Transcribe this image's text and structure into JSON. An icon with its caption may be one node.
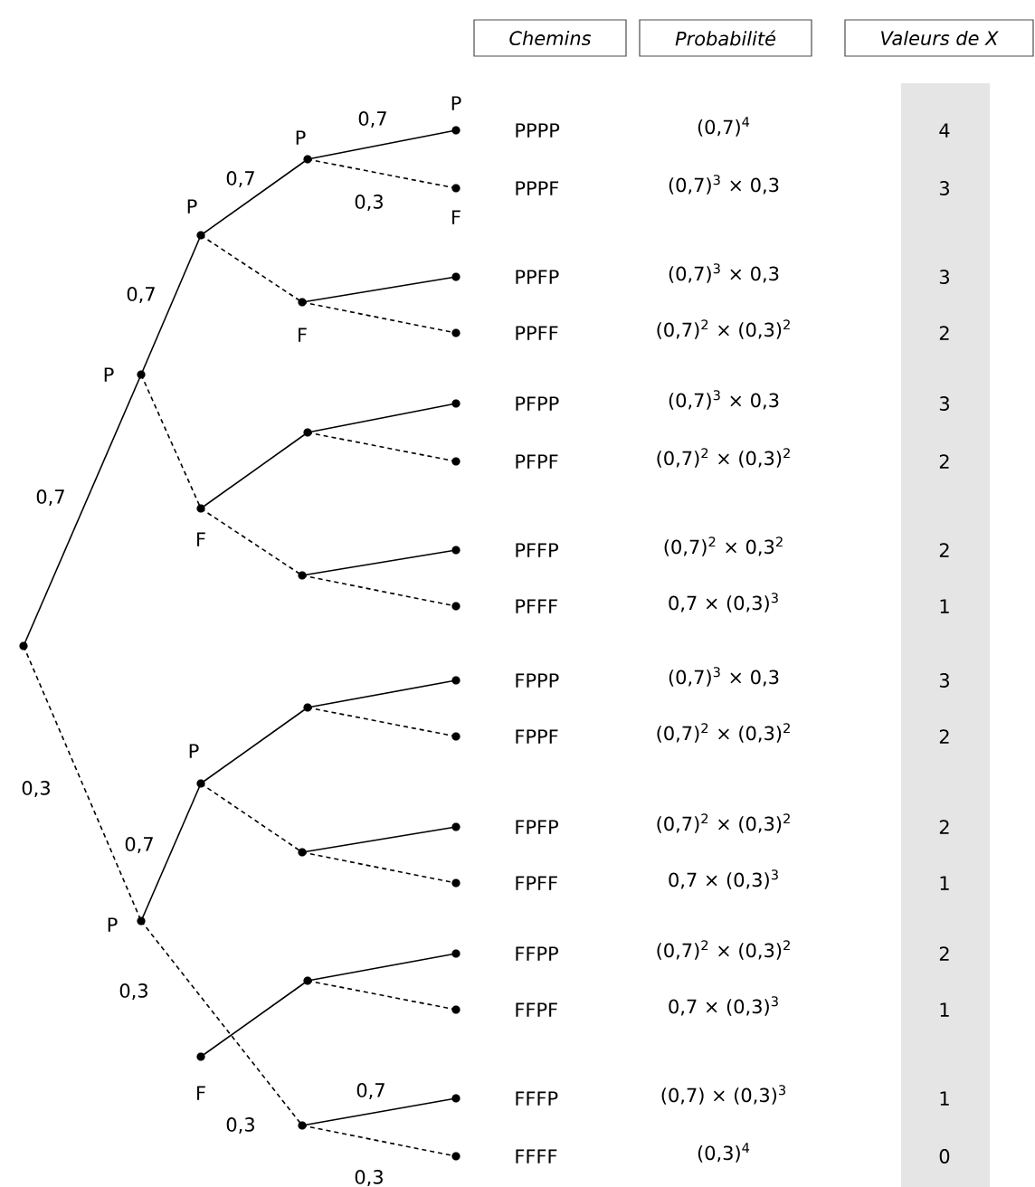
{
  "diagram": {
    "nodes": [
      {
        "text": [
          "Chemins"
        ]
      },
      {
        "text": [
          "Probabilité"
        ]
      },
      {
        "text": [
          "Valeurs de X"
        ]
      },
      {
        "text": [],
        "shape": "circle"
      },
      {
        "text": [],
        "shape": "circle",
        "beside": [
          "P"
        ]
      },
      {
        "text": [],
        "shape": "circle",
        "beside": [
          "P"
        ]
      },
      {
        "text": [],
        "shape": "circle",
        "beside": [
          "P"
        ]
      },
      {
        "text": [],
        "shape": "circle",
        "beside": [
          "P"
        ]
      },
      {
        "text": [],
        "shape": "circle",
        "beside": [
          "F"
        ]
      },
      {
        "text": [],
        "shape": "circle",
        "beside": [
          "F"
        ]
      },
      {
        "text": [],
        "shape": "circle"
      },
      {
        "text": [],
        "shape": "circle"
      },
      {
        "text": [],
        "shape": "circle",
        "beside": [
          "F"
        ]
      },
      {
        "text": [],
        "shape": "circle"
      },
      {
        "text": [],
        "shape": "circle"
      },
      {
        "text": [],
        "shape": "circle"
      },
      {
        "text": [],
        "shape": "circle"
      },
      {
        "text": [],
        "shape": "circle"
      },
      {
        "text": [],
        "shape": "circle"
      },
      {
        "text": [],
        "shape": "circle",
        "beside": [
          "P"
        ]
      },
      {
        "text": [],
        "shape": "circle",
        "beside": [
          "P"
        ]
      },
      {
        "text": [],
        "shape": "circle"
      },
      {
        "text": [],
        "shape": "circle"
      },
      {
        "text": [],
        "shape": "circle"
      },
      {
        "text": [],
        "shape": "circle"
      },
      {
        "text": [],
        "shape": "circle"
      },
      {
        "text": [],
        "shape": "circle"
      },
      {
        "text": [],
        "shape": "circle",
        "beside": [
          "F"
        ]
      },
      {
        "text": [],
        "shape": "circle"
      },
      {
        "text": [],
        "shape": "circle"
      },
      {
        "text": [],
        "shape": "circle"
      },
      {
        "text": [],
        "shape": "circle"
      },
      {
        "text": [],
        "shape": "circle"
      },
      {
        "text": [],
        "shape": "circle"
      }
    ],
    "edges": [
      {
        "from": 3,
        "to": 4,
        "arrow": "none",
        "label": "0,7"
      },
      {
        "from": 3,
        "to": 19,
        "arrow": "none",
        "style": "dashed",
        "label": "0,3"
      },
      {
        "from": 4,
        "to": 5,
        "arrow": "none",
        "label": "0,7"
      },
      {
        "from": 4,
        "to": 12,
        "arrow": "none",
        "style": "dashed"
      },
      {
        "from": 5,
        "to": 6,
        "arrow": "none",
        "label": "0,7"
      },
      {
        "from": 5,
        "to": 9,
        "arrow": "none",
        "style": "dashed"
      },
      {
        "from": 6,
        "to": 7,
        "arrow": "none",
        "label": "0,7"
      },
      {
        "from": 6,
        "to": 8,
        "arrow": "none",
        "style": "dashed",
        "label": "0,3"
      },
      {
        "from": 9,
        "to": 10,
        "arrow": "none"
      },
      {
        "from": 9,
        "to": 11,
        "arrow": "none",
        "style": "dashed"
      },
      {
        "from": 12,
        "to": 13,
        "arrow": "none"
      },
      {
        "from": 12,
        "to": 16,
        "arrow": "none",
        "style": "dashed"
      },
      {
        "from": 13,
        "to": 14,
        "arrow": "none"
      },
      {
        "from": 13,
        "to": 15,
        "arrow": "none",
        "style": "dashed"
      },
      {
        "from": 16,
        "to": 17,
        "arrow": "none"
      },
      {
        "from": 16,
        "to": 18,
        "arrow": "none",
        "style": "dashed"
      },
      {
        "from": 19,
        "to": 20,
        "arrow": "none",
        "label": "0,7"
      },
      {
        "from": 19,
        "to": 31,
        "arrow": "none",
        "style": "dashed",
        "label": "0,3"
      },
      {
        "from": 20,
        "to": 21,
        "arrow": "none"
      },
      {
        "from": 20,
        "to": 24,
        "arrow": "none",
        "style": "dashed"
      },
      {
        "from": 21,
        "to": 22,
        "arrow": "none"
      },
      {
        "from": 21,
        "to": 23,
        "arrow": "none",
        "style": "dashed"
      },
      {
        "from": 24,
        "to": 25,
        "arrow": "none"
      },
      {
        "from": 24,
        "to": 26,
        "arrow": "none",
        "style": "dashed"
      },
      {
        "from": 27,
        "to": 28,
        "arrow": "none"
      },
      {
        "from": 28,
        "to": 29,
        "arrow": "none"
      },
      {
        "from": 28,
        "to": 30,
        "arrow": "none",
        "style": "dashed"
      },
      {
        "from": 31,
        "to": 32,
        "arrow": "none",
        "label": "0,7"
      },
      {
        "from": 31,
        "to": 33,
        "arrow": "none",
        "style": "dashed",
        "label": "0,3"
      }
    ],
    "labels": [
      "PPPP",
      "(0,7)$^{4}$",
      "4",
      "PPPF",
      "(0,7)$^{3}$ × 0,3",
      "3",
      "PPFP",
      "(0,7)$^{3}$ × 0,3",
      "3",
      "PPFF",
      "(0,7)$^{2}$ × (0,3)$^{2}$",
      "2",
      "PFPP",
      "(0,7)$^{3}$ × 0,3",
      "3",
      "PFPF",
      "(0,7)$^{2}$ × (0,3)$^{2}$",
      "2",
      "PFFP",
      "(0,7)$^{2}$ × 0,3$^{2}$",
      "2",
      "PFFF",
      "0,7 × (0,3)$^{3}$",
      "1",
      "FPPP",
      "(0,7)$^{3}$ × 0,3",
      "3",
      "FPPF",
      "(0,7)$^{2}$ × (0,3)$^{2}$",
      "2",
      "FPFP",
      "(0,7)$^{2}$ × (0,3)$^{2}$",
      "2",
      "FPFF",
      "0,7 × (0,3)$^{3}$",
      "1",
      "FFPP",
      "(0,7)$^{2}$ × (0,3)$^{2}$",
      "2",
      "FFPF",
      "0,7 × (0,3)$^{3}$",
      "1",
      "FFFP",
      "(0,7) × (0,3)$^{3}$",
      "1",
      "FFFF",
      "(0,3)$^{4}$",
      "0",
      "0,3"
    ]
  }
}
